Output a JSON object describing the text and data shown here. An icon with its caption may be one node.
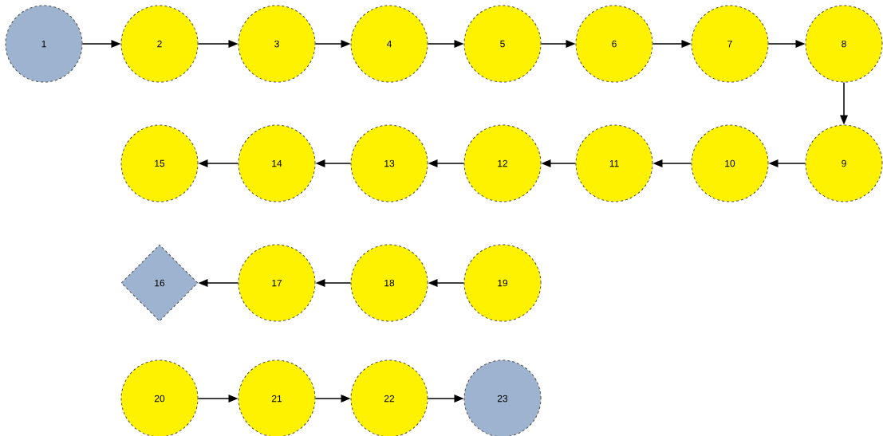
{
  "diagram": {
    "nodes": [
      {
        "text": [
          "1"
        ]
      },
      {
        "text": [
          "2"
        ]
      },
      {
        "text": [
          "3"
        ]
      },
      {
        "text": [
          "4"
        ]
      },
      {
        "text": [
          "5"
        ]
      },
      {
        "text": [
          "6"
        ]
      },
      {
        "text": [
          "7"
        ]
      },
      {
        "text": [
          "8"
        ]
      },
      {
        "text": [
          "9"
        ]
      },
      {
        "text": [
          "10"
        ]
      },
      {
        "text": [
          "11"
        ]
      },
      {
        "text": [
          "12"
        ]
      },
      {
        "text": [
          "13"
        ]
      },
      {
        "text": [
          "14"
        ]
      },
      {
        "text": [
          "15"
        ]
      },
      {
        "text": [
          "16"
        ]
      },
      {
        "text": [
          "17"
        ]
      },
      {
        "text": [
          "18"
        ]
      },
      {
        "text": [
          "19"
        ]
      },
      {
        "text": [
          "20"
        ]
      },
      {
        "text": [
          "21"
        ]
      },
      {
        "text": [
          "22"
        ]
      },
      {
        "text": [
          "23"
        ]
      }
    ],
    "edges": [
      {
        "from": 0,
        "to": 1,
        "arrow": "to"
      },
      {
        "from": 1,
        "to": 2,
        "arrow": "to"
      },
      {
        "from": 2,
        "to": 3,
        "arrow": "to"
      },
      {
        "from": 3,
        "to": 4,
        "arrow": "to"
      },
      {
        "from": 4,
        "to": 5,
        "arrow": "to"
      },
      {
        "from": 5,
        "to": 6,
        "arrow": "to"
      },
      {
        "from": 6,
        "to": 7,
        "arrow": "to"
      },
      {
        "from": 7,
        "to": 8,
        "arrow": "to"
      },
      {
        "from": 8,
        "to": 9,
        "arrow": "to"
      },
      {
        "from": 9,
        "to": 10,
        "arrow": "to"
      },
      {
        "from": 10,
        "to": 11,
        "arrow": "to"
      },
      {
        "from": 11,
        "to": 12,
        "arrow": "to"
      },
      {
        "from": 12,
        "to": 13,
        "arrow": "to"
      },
      {
        "from": 13,
        "to": 14,
        "arrow": "to"
      },
      {
        "from": 18,
        "to": 17,
        "arrow": "to"
      },
      {
        "from": 17,
        "to": 16,
        "arrow": "to"
      },
      {
        "from": 16,
        "to": 15,
        "arrow": "to"
      },
      {
        "from": 19,
        "to": 20,
        "arrow": "to"
      },
      {
        "from": 20,
        "to": 21,
        "arrow": "to"
      },
      {
        "from": 21,
        "to": 22,
        "arrow": "to"
      }
    ]
  }
}
